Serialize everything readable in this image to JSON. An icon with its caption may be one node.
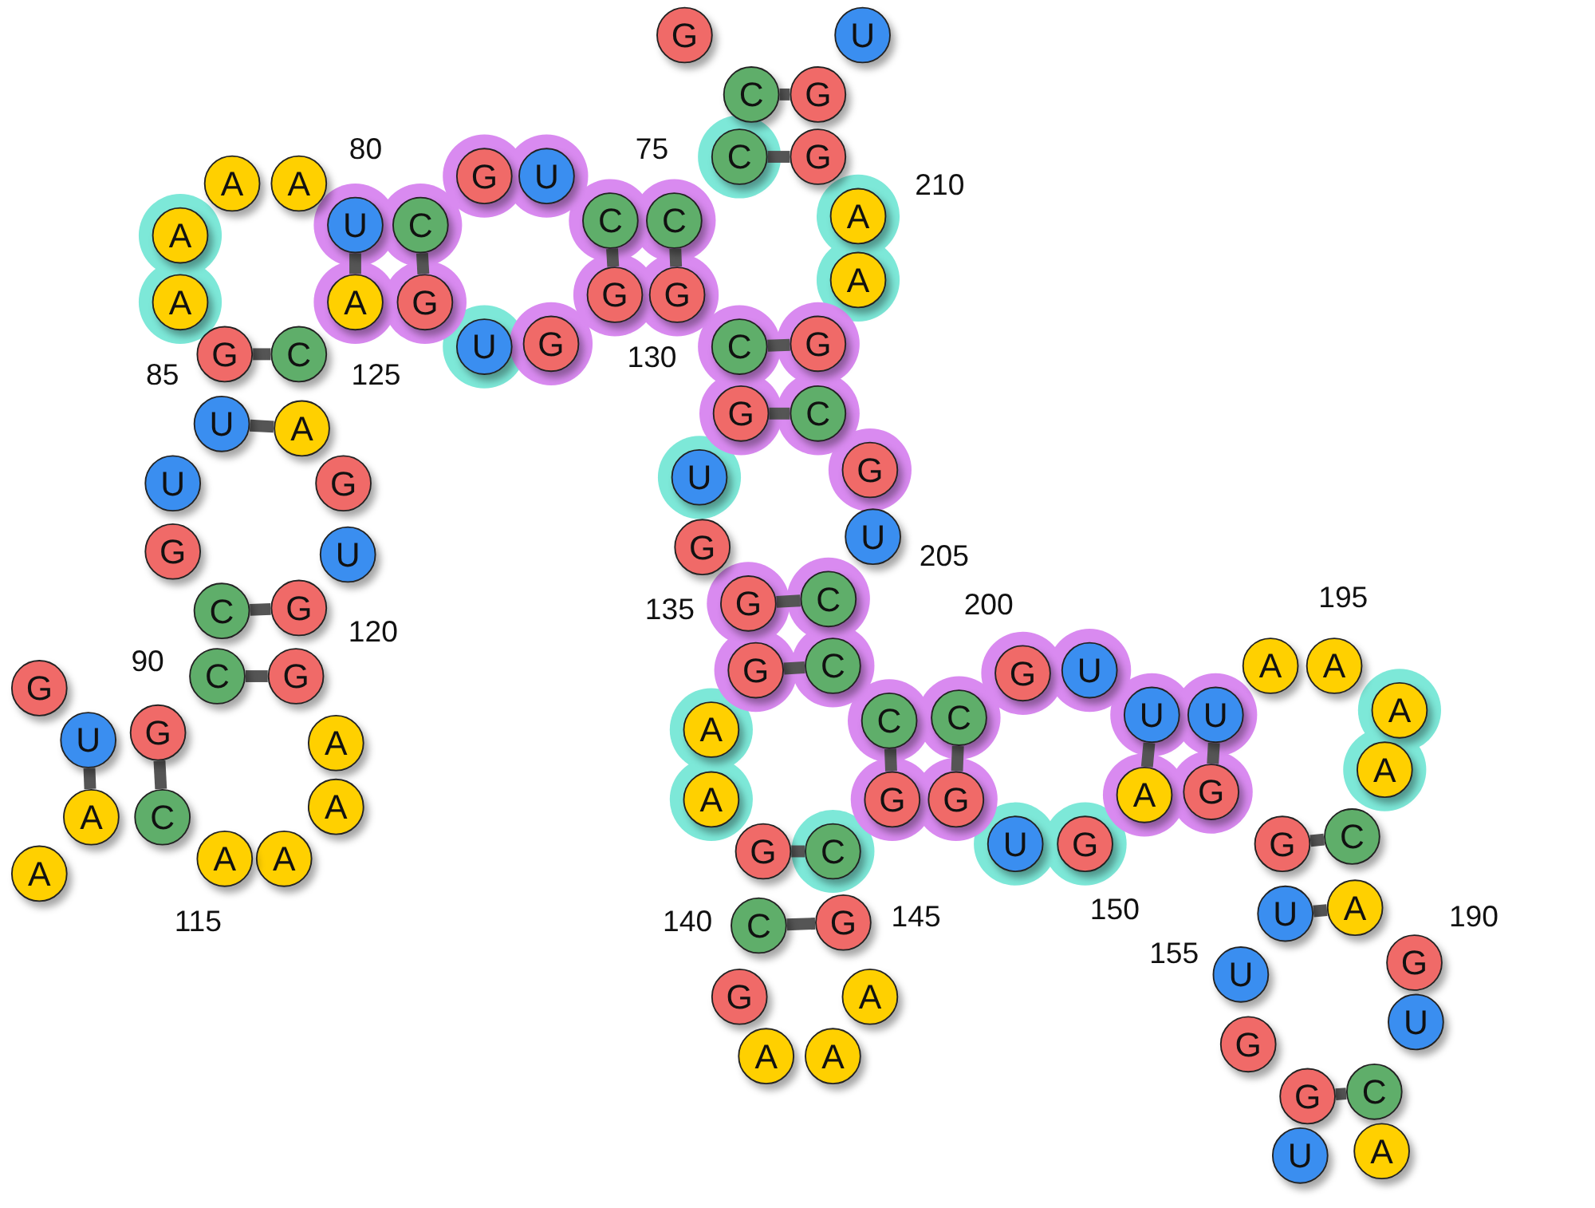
{
  "diagram": {
    "nodes": [
      {
        "text": [
          "G"
        ]
      },
      {
        "text": [
          "U"
        ]
      },
      {
        "text": [
          "C"
        ]
      },
      {
        "text": [
          "G"
        ]
      },
      {
        "text": [
          "C"
        ]
      },
      {
        "text": [
          "G"
        ]
      },
      {
        "text": [
          "A"
        ]
      },
      {
        "text": [
          "A"
        ]
      },
      {
        "text": [
          "C"
        ]
      },
      {
        "text": [
          "G"
        ]
      },
      {
        "text": [
          "G"
        ]
      },
      {
        "text": [
          "C"
        ]
      },
      {
        "text": [
          "U"
        ]
      },
      {
        "text": [
          "G"
        ]
      },
      {
        "text": [
          "U"
        ]
      },
      {
        "text": [
          "G"
        ]
      },
      {
        "text": [
          "G"
        ]
      },
      {
        "text": [
          "C"
        ]
      },
      {
        "text": [
          "G"
        ]
      },
      {
        "text": [
          "C"
        ]
      },
      {
        "text": [
          "A"
        ]
      },
      {
        "text": [
          "A"
        ]
      },
      {
        "text": [
          "G"
        ]
      },
      {
        "text": [
          "C"
        ]
      },
      {
        "text": [
          "C"
        ]
      },
      {
        "text": [
          "G"
        ]
      },
      {
        "text": [
          "G"
        ]
      },
      {
        "text": [
          "A"
        ]
      },
      {
        "text": [
          "A"
        ]
      },
      {
        "text": [
          "A"
        ]
      },
      {
        "text": [
          "C"
        ]
      },
      {
        "text": [
          "C"
        ]
      },
      {
        "text": [
          "G"
        ]
      },
      {
        "text": [
          "G"
        ]
      },
      {
        "text": [
          "G"
        ]
      },
      {
        "text": [
          "U"
        ]
      },
      {
        "text": [
          "U"
        ]
      },
      {
        "text": [
          "G"
        ]
      },
      {
        "text": [
          "U"
        ]
      },
      {
        "text": [
          "U"
        ]
      },
      {
        "text": [
          "A"
        ]
      },
      {
        "text": [
          "G"
        ]
      },
      {
        "text": [
          "A"
        ]
      },
      {
        "text": [
          "A"
        ]
      },
      {
        "text": [
          "A"
        ]
      },
      {
        "text": [
          "A"
        ]
      },
      {
        "text": [
          "G"
        ]
      },
      {
        "text": [
          "C"
        ]
      },
      {
        "text": [
          "U"
        ]
      },
      {
        "text": [
          "A"
        ]
      },
      {
        "text": [
          "G"
        ]
      },
      {
        "text": [
          "U"
        ]
      },
      {
        "text": [
          "U"
        ]
      },
      {
        "text": [
          "G"
        ]
      },
      {
        "text": [
          "G"
        ]
      },
      {
        "text": [
          "C"
        ]
      },
      {
        "text": [
          "U"
        ]
      },
      {
        "text": [
          "A"
        ]
      },
      {
        "text": [
          "A"
        ]
      },
      {
        "text": [
          "A"
        ]
      },
      {
        "text": [
          "A"
        ]
      },
      {
        "text": [
          "A"
        ]
      },
      {
        "text": [
          "G"
        ]
      },
      {
        "text": [
          "C"
        ]
      },
      {
        "text": [
          "U"
        ]
      },
      {
        "text": [
          "A"
        ]
      },
      {
        "text": [
          "U"
        ]
      },
      {
        "text": [
          "G"
        ]
      },
      {
        "text": [
          "G"
        ]
      },
      {
        "text": [
          "U"
        ]
      },
      {
        "text": [
          "C"
        ]
      },
      {
        "text": [
          "G"
        ]
      },
      {
        "text": [
          "C"
        ]
      },
      {
        "text": [
          "G"
        ]
      },
      {
        "text": [
          "A"
        ]
      },
      {
        "text": [
          "A"
        ]
      },
      {
        "text": [
          "A"
        ]
      },
      {
        "text": [
          "A"
        ]
      },
      {
        "text": [
          "U"
        ]
      },
      {
        "text": [
          "G"
        ]
      },
      {
        "text": [
          "A"
        ]
      },
      {
        "text": [
          "C"
        ]
      },
      {
        "text": [
          "G"
        ]
      },
      {
        "text": [
          "A"
        ]
      },
      {
        "text": [
          "U"
        ]
      },
      {
        "text": [
          "C"
        ]
      },
      {
        "text": [
          "A"
        ]
      },
      {
        "text": [
          "G"
        ]
      },
      {
        "text": [
          "G"
        ]
      },
      {
        "text": [
          "U"
        ]
      },
      {
        "text": [
          "U"
        ]
      },
      {
        "text": [
          "G"
        ]
      },
      {
        "text": [
          "C"
        ]
      },
      {
        "text": [
          "C"
        ]
      },
      {
        "text": [
          "G"
        ]
      },
      {
        "text": [
          "G"
        ]
      }
    ],
    "edges": [
      {
        "from": 2,
        "to": 3,
        "arrow": "none"
      },
      {
        "from": 4,
        "to": 5,
        "arrow": "none"
      },
      {
        "from": 8,
        "to": 9,
        "arrow": "none"
      },
      {
        "from": 10,
        "to": 11,
        "arrow": "none"
      },
      {
        "from": 16,
        "to": 17,
        "arrow": "none"
      },
      {
        "from": 18,
        "to": 19,
        "arrow": "none"
      },
      {
        "from": 22,
        "to": 23,
        "arrow": "none"
      },
      {
        "from": 24,
        "to": 25,
        "arrow": "none"
      },
      {
        "from": 30,
        "to": 32,
        "arrow": "none"
      },
      {
        "from": 31,
        "to": 33,
        "arrow": "none"
      },
      {
        "from": 38,
        "to": 40,
        "arrow": "none"
      },
      {
        "from": 39,
        "to": 41,
        "arrow": "none"
      },
      {
        "from": 46,
        "to": 47,
        "arrow": "none"
      },
      {
        "from": 48,
        "to": 49,
        "arrow": "none"
      },
      {
        "from": 54,
        "to": 55,
        "arrow": "none"
      },
      {
        "from": 62,
        "to": 63,
        "arrow": "none"
      },
      {
        "from": 64,
        "to": 65,
        "arrow": "none"
      },
      {
        "from": 70,
        "to": 71,
        "arrow": "none"
      },
      {
        "from": 72,
        "to": 73,
        "arrow": "none"
      },
      {
        "from": 79,
        "to": 81,
        "arrow": "none"
      },
      {
        "from": 78,
        "to": 80,
        "arrow": "none"
      },
      {
        "from": 84,
        "to": 86,
        "arrow": "none"
      },
      {
        "from": 85,
        "to": 87,
        "arrow": "none"
      },
      {
        "from": 92,
        "to": 94,
        "arrow": "none"
      },
      {
        "from": 93,
        "to": 95,
        "arrow": "none"
      }
    ],
    "labels": [
      "80",
      "75",
      "210",
      "85",
      "125",
      "130",
      "205",
      "135",
      "200",
      "195",
      "90",
      "120",
      "115",
      "140",
      "145",
      "150",
      "155",
      "190"
    ]
  }
}
